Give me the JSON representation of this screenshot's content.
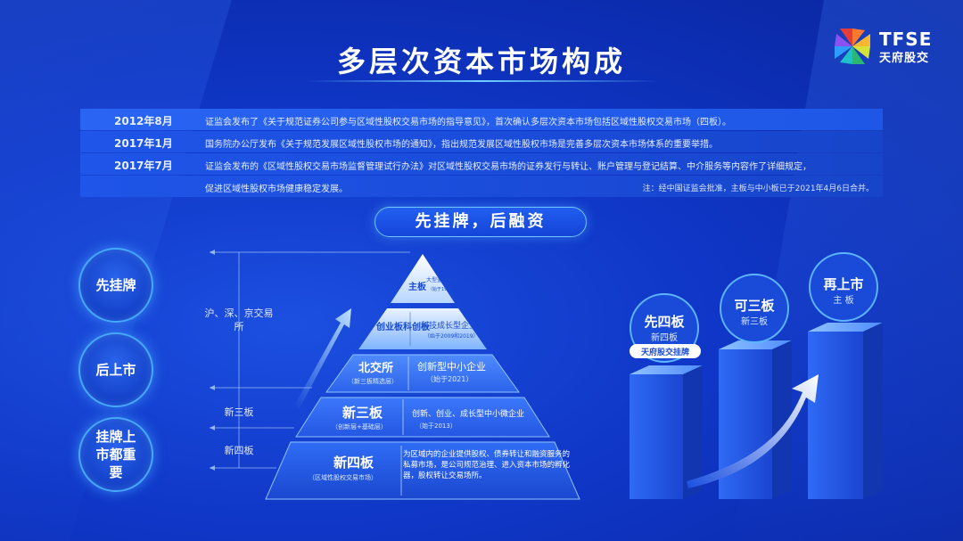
{
  "title": "多层次资本市场构成",
  "logo": {
    "brand": "TFSE",
    "brand_cn": "天府股交"
  },
  "timeline": [
    {
      "date": "2012年8月",
      "text": "证监会发布了《关于规范证券公司参与区域性股权交易市场的指导意见》，首次确认多层次资本市场包括区域性股权交易市场（四板）。"
    },
    {
      "date": "2017年1月",
      "text": "国务院办公厅发布《关于规范发展区域性股权市场的通知》，指出规范发展区域性股权市场是完善多层次资本市场体系的重要举措。"
    },
    {
      "date": "2017年7月",
      "text": "证监会发布的《区域性股权交易市场监督管理试行办法》对区域性股权交易市场的证券发行与转让、账户管理与登记结算、中介服务等内容作了详细规定，"
    },
    {
      "date": "",
      "text": "促进区域性股权市场健康稳定发展。",
      "note": "注：经中国证监会批准，主板与中小板已于2021年4月6日合并。"
    }
  ],
  "slogan": "先挂牌，后融资",
  "circles": [
    "先挂牌",
    "后上市",
    "挂牌上市都重要"
  ],
  "side_labels": {
    "exchanges": "沪、深、京交易所",
    "neeq": "新三板",
    "regional": "新四板"
  },
  "pyramid": {
    "top": {
      "name": "主板",
      "desc": "大型蓝筹企业",
      "sub": "（始于1990）"
    },
    "l2": {
      "name": "创业板科创板",
      "desc": "科技成长型企业",
      "sub": "（始于2009和2019）"
    },
    "l3": {
      "name": "北交所",
      "sub_name": "（新三板精选层）",
      "desc": "创新型中小企业",
      "sub": "（始于2021）"
    },
    "l4": {
      "name": "新三板",
      "sub_name": "（创新层+基础层）",
      "desc": "创新、创业、成长型中小微企业",
      "sub": "（始于2013）"
    },
    "l5": {
      "name": "新四板",
      "sub_name": "（区域性股权交易市场）",
      "desc": "为区域内的企业提供股权、债券转让和融资服务的私募市场，是公司规范治理、进入资本市场的孵化器，股权转让交易场所。"
    }
  },
  "steps": [
    {
      "title": "先四板",
      "sub": "新四板",
      "badge": "天府股交挂牌"
    },
    {
      "title": "可三板",
      "sub": "新三板"
    },
    {
      "title": "再上市",
      "sub": "主 板"
    }
  ],
  "colors": {
    "accent": "#47a8ff",
    "bg": "#0f36c6"
  }
}
